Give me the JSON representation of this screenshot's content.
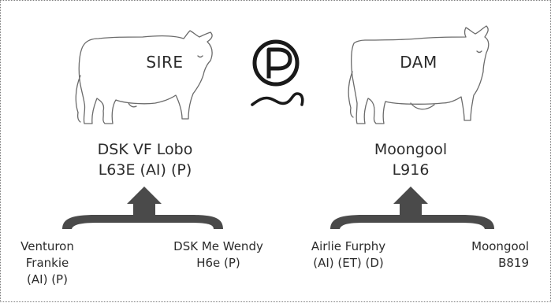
{
  "diagram": {
    "sire": {
      "sex_label": "SIRE",
      "name_line1": "DSK VF Lobo",
      "name_line2": "L63E (AI) (P)",
      "icon": "bull-outline-icon"
    },
    "dam": {
      "sex_label": "DAM",
      "name_line1": "Moongool",
      "name_line2": "L916",
      "icon": "cow-outline-icon"
    },
    "center_icon": "polled-p-icon",
    "sire_parents": [
      {
        "lines": [
          "Venturon",
          "Frankie",
          "(AI) (P)"
        ]
      },
      {
        "lines": [
          "DSK Me Wendy",
          "H6e (P)"
        ]
      }
    ],
    "dam_parents": [
      {
        "lines": [
          "Airlie Furphy",
          "(AI) (ET) (D)"
        ]
      },
      {
        "lines": [
          "Moongool",
          "B819"
        ]
      }
    ],
    "colors": {
      "text": "#2b2b2b",
      "bracket": "#4a4a4a",
      "outline": "#6b6b6b",
      "icon": "#1a1a1a",
      "border": "#7a7a7a"
    }
  }
}
